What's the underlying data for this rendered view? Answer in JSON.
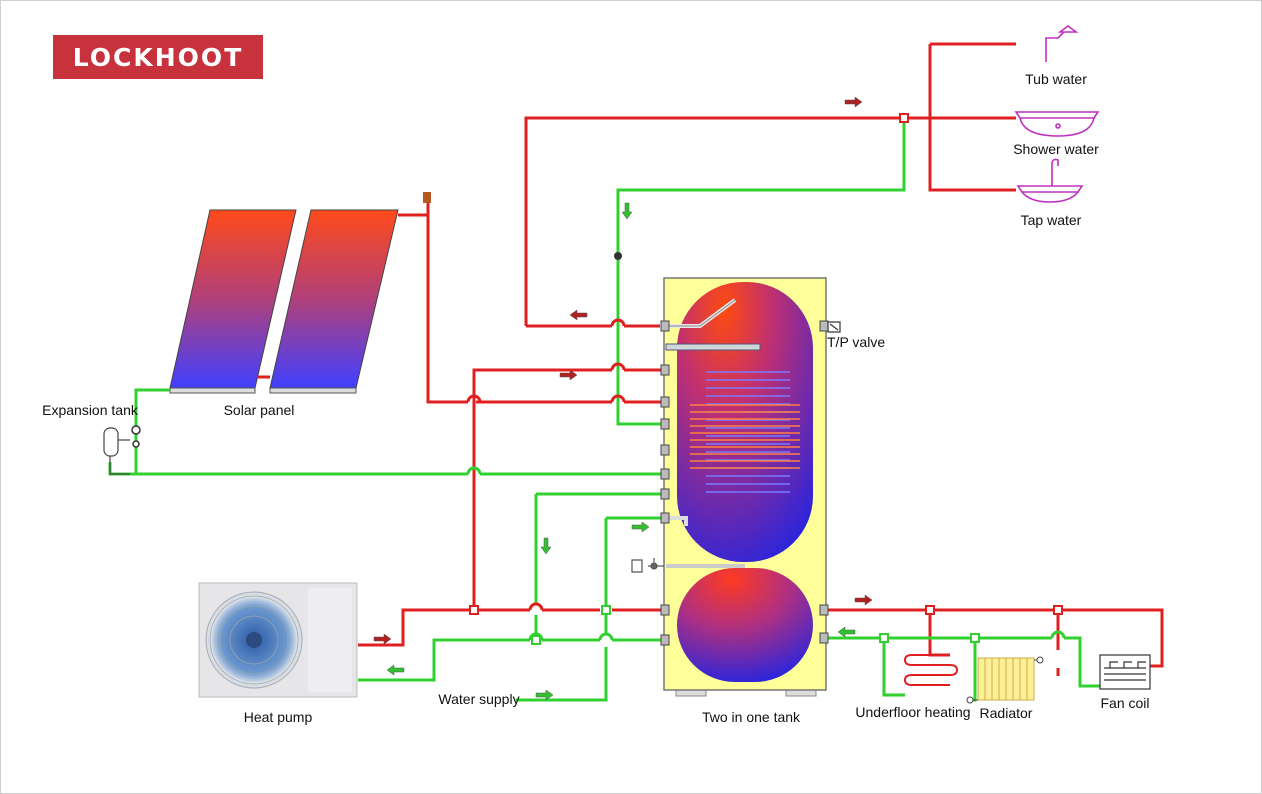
{
  "brand": {
    "name": "LOCKHOOT",
    "color": "#c8323c"
  },
  "labels": {
    "tub_water": "Tub water",
    "shower_water": "Shower water",
    "tap_water": "Tap water",
    "tp_valve": "T/P valve",
    "solar_panel": "Solar panel",
    "expansion_tank": "Expansion tank",
    "heat_pump": "Heat pump",
    "water_supply": "Water supply",
    "two_in_one_tank": "Two in one tank",
    "underfloor_heating": "Underfloor heating",
    "radiator": "Radiator",
    "fan_coil": "Fan coil"
  },
  "colors": {
    "hot_pipe": "#e02020",
    "cold_pipe": "#30d030",
    "tank_shell": "#ffff99",
    "arrow_hot": "#b02020",
    "arrow_cold": "#20b020"
  }
}
